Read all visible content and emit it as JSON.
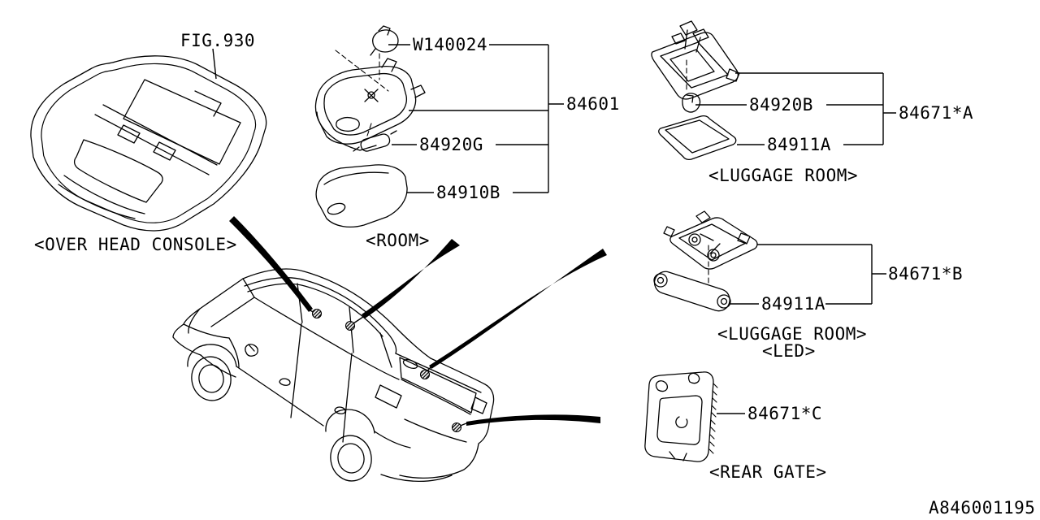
{
  "page": {
    "background": "#ffffff",
    "ink": "#000000"
  },
  "figure": {
    "fig_ref": "FIG.930",
    "doc_code": "A846001195"
  },
  "sections": {
    "overhead_console": {
      "caption": "<OVER HEAD CONSOLE>"
    },
    "room": {
      "caption": "<ROOM>",
      "screw_bulb": "W140024",
      "lamp_assembly": "84601",
      "bulb": "84920G",
      "lens": "84910B"
    },
    "luggage_room": {
      "caption": "<LUGGAGE ROOM>",
      "bulb": "84920B",
      "lamp_assembly": "84671*A",
      "lens": "84911A"
    },
    "luggage_room_led": {
      "caption": "<LUGGAGE ROOM>",
      "caption_sub": "<LED>",
      "lamp_assembly": "84671*B",
      "lens": "84911A"
    },
    "rear_gate": {
      "caption": "<REAR GATE>",
      "lamp_assembly": "84671*C"
    }
  }
}
